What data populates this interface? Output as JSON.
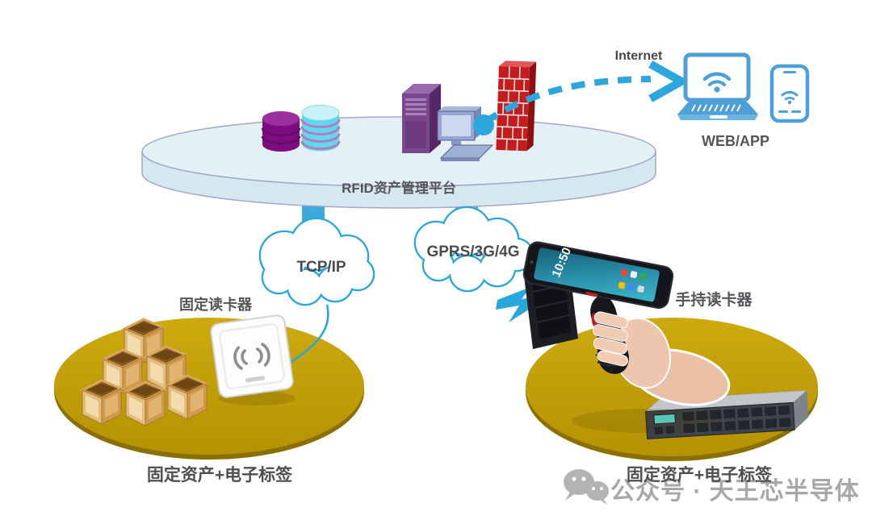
{
  "platform": {
    "label": "RFID资产管理平台"
  },
  "internet": {
    "label": "Internet",
    "web_app_label": "WEB/APP"
  },
  "networks": {
    "wired_label": "TCP/IP",
    "wireless_label": "GPRS/3G/4G"
  },
  "left_zone": {
    "reader_label": "固定读卡器",
    "assets_label": "固定资产+电子标签"
  },
  "right_zone": {
    "reader_label": "手持读卡器",
    "assets_label": "固定资产+电子标签",
    "device_screen_time": "10:50"
  },
  "watermark": {
    "account_text": "公众号 · 天王芯半导体"
  },
  "colors": {
    "accent_blue": "#2ba7dd",
    "platform_fill": "#d5e8ef",
    "gold_platform": "#c3a005",
    "gold_platform_dark": "#8a6f04",
    "firewall_red": "#c41d1d",
    "database_purple": "#7c0d80",
    "database_cyan": "#62d8ef",
    "label_gray": "#55555a",
    "watermark_gray": "#a8a8a8"
  },
  "icons": {
    "database-icon": "purple cylinder",
    "storage-icon": "striped cyan cylinder",
    "server-tower-icon": "3d purple tower",
    "workstation-icon": "desktop computer",
    "firewall-icon": "red brick wall",
    "laptop-icon": "laptop with wifi",
    "smartphone-icon": "phone with wifi",
    "rfid-antenna-icon": "wave parentheses",
    "cardboard-box-icon": "open crate",
    "server-rack-icon": "rack server",
    "lightning-bolt-icon": "blue flash",
    "wechat-icon": "two chat bubbles"
  }
}
